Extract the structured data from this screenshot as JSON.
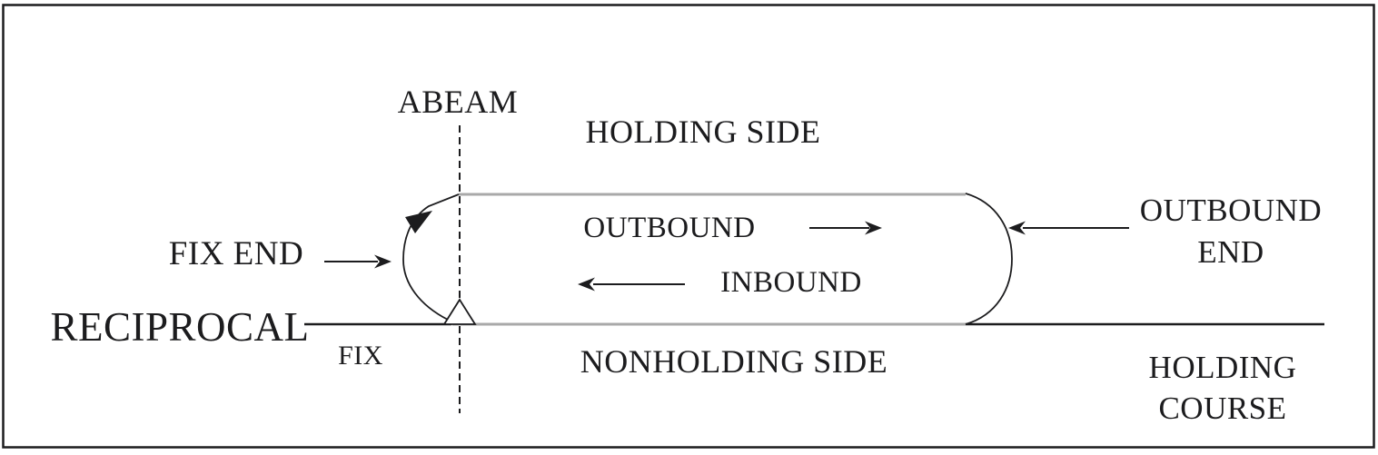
{
  "colors": {
    "ink": "#1c1c1e",
    "track_gray": "#a9a9a9",
    "background": "#ffffff"
  },
  "diagram": {
    "type": "holding-pattern-descriptive-terms",
    "labels": {
      "abeam": "ABEAM",
      "holding_side": "HOLDING SIDE",
      "outbound": "OUTBOUND",
      "inbound": "INBOUND",
      "fix_end": "FIX END",
      "outbound_end": [
        "OUTBOUND",
        "END"
      ],
      "reciprocal": "RECIPROCAL",
      "fix": "FIX",
      "nonholding_side": "NONHOLDING SIDE",
      "holding_course": [
        "HOLDING",
        "COURSE"
      ]
    }
  }
}
